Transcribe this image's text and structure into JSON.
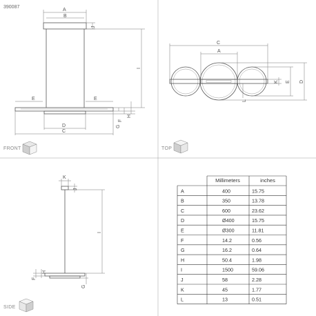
{
  "product_code": "390087",
  "views": {
    "front": "FRONT",
    "top": "TOP",
    "side": "SIDE"
  },
  "dim_labels": {
    "a": "A",
    "b": "B",
    "c": "C",
    "d": "D",
    "e": "E",
    "f": "F",
    "g": "G",
    "h": "H",
    "i": "I",
    "j": "J",
    "k": "K",
    "l": "L"
  },
  "table": {
    "col_mm": "Millimeters",
    "col_in": "inches",
    "rows": [
      {
        "key": "A",
        "mm": "400",
        "in": "15.75"
      },
      {
        "key": "B",
        "mm": "350",
        "in": "13.78"
      },
      {
        "key": "C",
        "mm": "600",
        "in": "23.62"
      },
      {
        "key": "D",
        "mm": "Ø400",
        "in": "15.75"
      },
      {
        "key": "E",
        "mm": "Ø300",
        "in": "11.81"
      },
      {
        "key": "F",
        "mm": "14.2",
        "in": "0.56"
      },
      {
        "key": "G",
        "mm": "16.2",
        "in": "0.64"
      },
      {
        "key": "H",
        "mm": "50.4",
        "in": "1.98"
      },
      {
        "key": "I",
        "mm": "1500",
        "in": "59.06"
      },
      {
        "key": "J",
        "mm": "58",
        "in": "2.28"
      },
      {
        "key": "K",
        "mm": "45",
        "in": "1.77"
      },
      {
        "key": "L",
        "mm": "13",
        "in": "0.51"
      }
    ]
  }
}
